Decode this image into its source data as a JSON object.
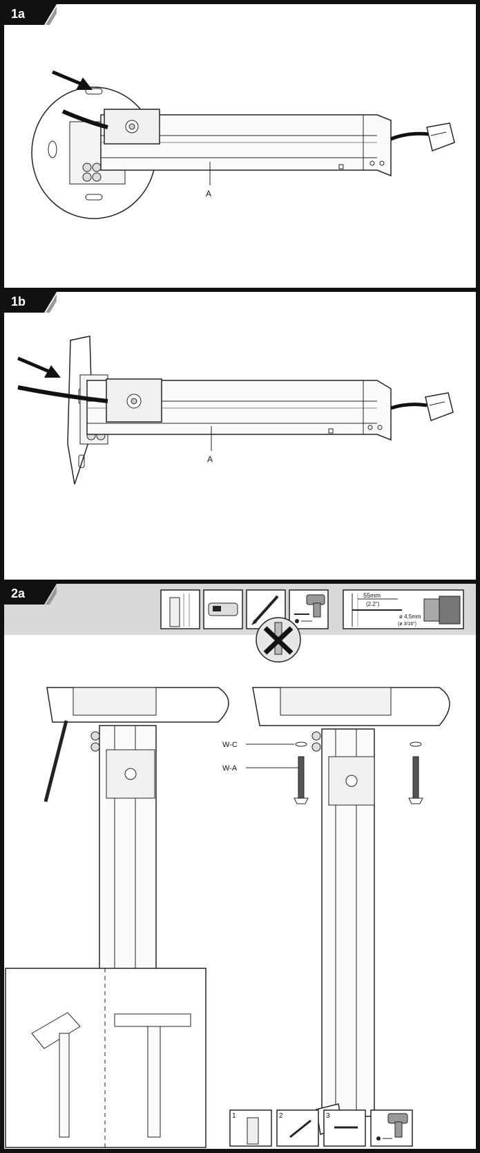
{
  "panels": {
    "p1a": {
      "step": "1a",
      "part_label": "A"
    },
    "p1b": {
      "step": "1b",
      "part_label": "A"
    },
    "p2a": {
      "step": "2a",
      "drill_depth_mm": "55mm",
      "drill_depth_in": "(2.2\")",
      "drill_dia_mm": "ø 4,5mm",
      "drill_dia_in": "(ø 3/16\")",
      "label_washer": "W-C",
      "label_screw": "W-A",
      "steps": [
        "1",
        "2",
        "3"
      ]
    }
  },
  "colors": {
    "frame": "#111111",
    "band": "#d9d9d9",
    "tag": "#111111"
  },
  "icons": [
    "wall-stud-icon",
    "stud-finder-icon",
    "pencil-icon",
    "drill-icon",
    "drill-depth-icon",
    "no-anchor-icon"
  ]
}
